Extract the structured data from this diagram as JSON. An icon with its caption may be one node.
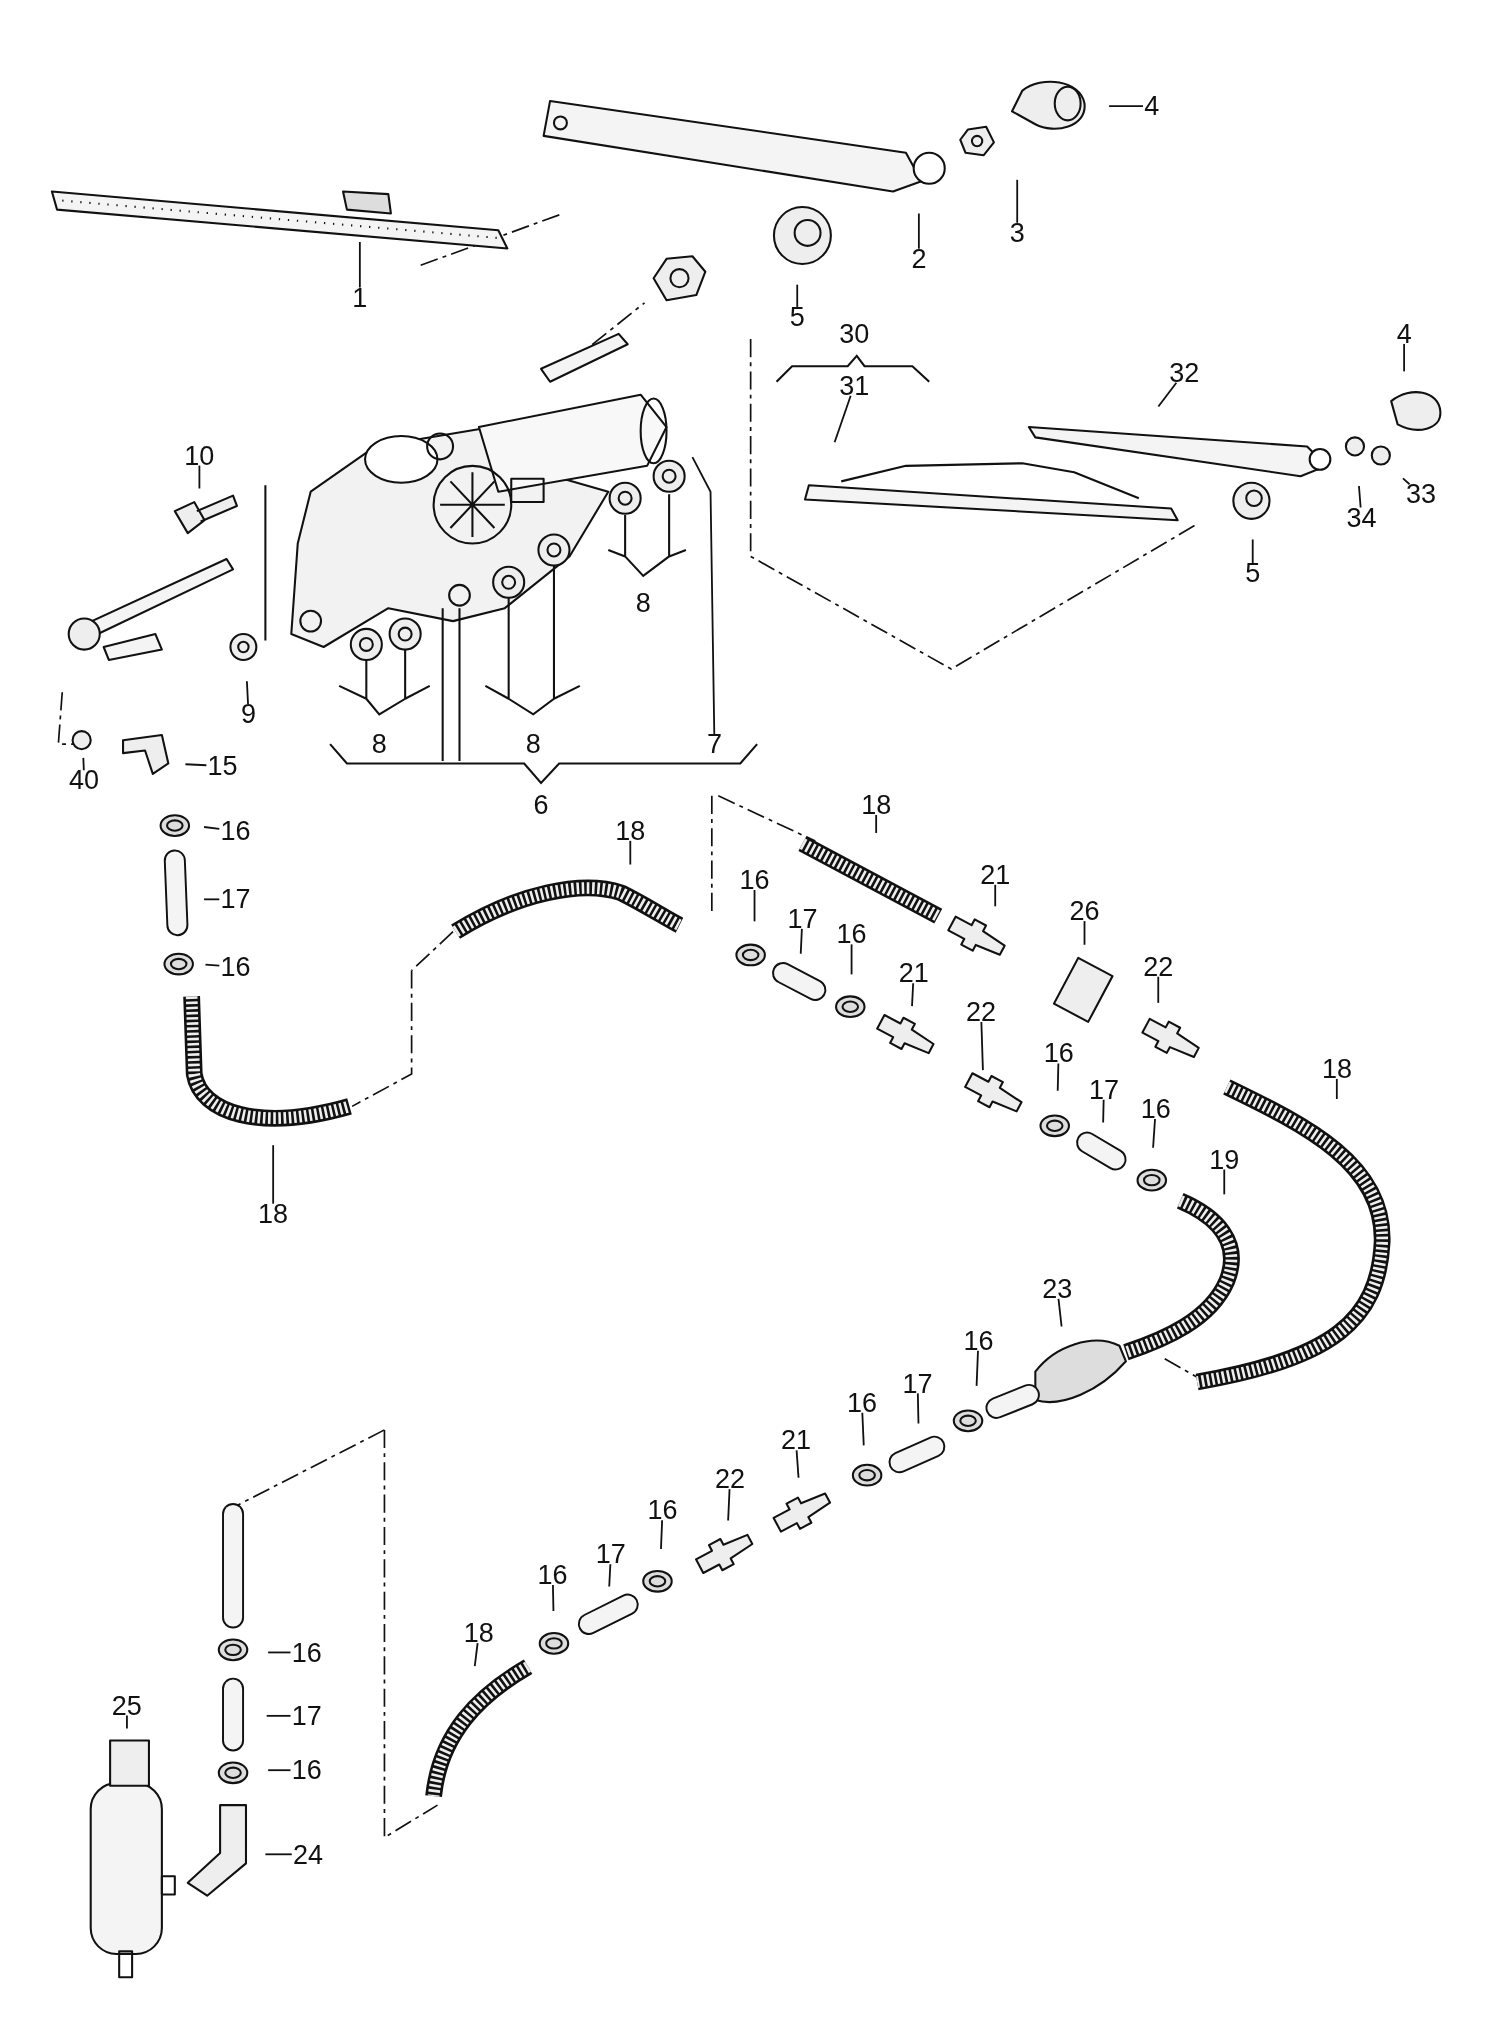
{
  "diagram": {
    "nodes": [
      {
        "text": [
          "4"
        ]
      },
      {
        "text": [
          "3"
        ]
      },
      {
        "text": [
          "2"
        ]
      },
      {
        "text": [
          "1"
        ]
      },
      {
        "text": [
          "5"
        ]
      },
      {
        "text": [
          "4"
        ]
      },
      {
        "text": [
          "32"
        ]
      },
      {
        "text": [
          "31"
        ]
      },
      {
        "text": [
          "10"
        ]
      },
      {
        "text": [
          "34"
        ]
      },
      {
        "text": [
          "33"
        ]
      },
      {
        "text": [
          "5"
        ]
      },
      {
        "text": [
          "9"
        ]
      },
      {
        "text": [
          "7"
        ]
      },
      {
        "text": [
          "15"
        ]
      },
      {
        "text": [
          "40"
        ]
      },
      {
        "text": [
          "16"
        ]
      },
      {
        "text": [
          "18"
        ]
      },
      {
        "text": [
          "18"
        ]
      },
      {
        "text": [
          "16"
        ]
      },
      {
        "text": [
          "21"
        ]
      },
      {
        "text": [
          "17"
        ]
      },
      {
        "text": [
          "17"
        ]
      },
      {
        "text": [
          "26"
        ]
      },
      {
        "text": [
          "16"
        ]
      },
      {
        "text": [
          "16"
        ]
      },
      {
        "text": [
          "22"
        ]
      },
      {
        "text": [
          "21"
        ]
      },
      {
        "text": [
          "22"
        ]
      },
      {
        "text": [
          "16"
        ]
      },
      {
        "text": [
          "18"
        ]
      },
      {
        "text": [
          "17"
        ]
      },
      {
        "text": [
          "16"
        ]
      },
      {
        "text": [
          "19"
        ]
      },
      {
        "text": [
          "18"
        ]
      },
      {
        "text": [
          "23"
        ]
      },
      {
        "text": [
          "16"
        ]
      },
      {
        "text": [
          "17"
        ]
      },
      {
        "text": [
          "16"
        ]
      },
      {
        "text": [
          "21"
        ]
      },
      {
        "text": [
          "22"
        ]
      },
      {
        "text": [
          "16"
        ]
      },
      {
        "text": [
          "17"
        ]
      },
      {
        "text": [
          "16"
        ]
      },
      {
        "text": [
          "18"
        ]
      },
      {
        "text": [
          "16"
        ]
      },
      {
        "text": [
          "25"
        ]
      },
      {
        "text": [
          "17"
        ]
      },
      {
        "text": [
          "16"
        ]
      },
      {
        "text": [
          "24"
        ]
      }
    ],
    "edges": [
      {
        "from": 0,
        "to": null,
        "arrow": "none"
      },
      {
        "from": 1,
        "to": null,
        "arrow": "none"
      },
      {
        "from": 2,
        "to": null,
        "arrow": "none"
      },
      {
        "from": 3,
        "to": null,
        "arrow": "none"
      },
      {
        "from": 4,
        "to": null,
        "arrow": "none"
      },
      {
        "from": 5,
        "to": null,
        "arrow": "none"
      },
      {
        "from": 6,
        "to": null,
        "arrow": "none"
      },
      {
        "from": 7,
        "to": null,
        "arrow": "none"
      },
      {
        "from": 8,
        "to": null,
        "arrow": "none"
      },
      {
        "from": 9,
        "to": null,
        "arrow": "none"
      },
      {
        "from": 10,
        "to": null,
        "arrow": "none"
      },
      {
        "from": 11,
        "to": null,
        "arrow": "none"
      },
      {
        "from": 12,
        "to": null,
        "arrow": "none"
      },
      {
        "from": 13,
        "to": null,
        "arrow": "none"
      },
      {
        "from": 14,
        "to": null,
        "arrow": "none"
      },
      {
        "from": 15,
        "to": null,
        "arrow": "none"
      },
      {
        "from": 16,
        "to": null,
        "arrow": "none"
      },
      {
        "from": 17,
        "to": null,
        "arrow": "none"
      },
      {
        "from": 18,
        "to": null,
        "arrow": "none"
      },
      {
        "from": 19,
        "to": null,
        "arrow": "none"
      },
      {
        "from": 20,
        "to": null,
        "arrow": "none"
      },
      {
        "from": 21,
        "to": null,
        "arrow": "none"
      },
      {
        "from": 22,
        "to": null,
        "arrow": "none"
      },
      {
        "from": 23,
        "to": null,
        "arrow": "none"
      },
      {
        "from": 24,
        "to": null,
        "arrow": "none"
      },
      {
        "from": 25,
        "to": null,
        "arrow": "none"
      },
      {
        "from": 26,
        "to": null,
        "arrow": "none"
      },
      {
        "from": 27,
        "to": null,
        "arrow": "none"
      },
      {
        "from": 28,
        "to": null,
        "arrow": "none"
      },
      {
        "from": 29,
        "to": null,
        "arrow": "none"
      },
      {
        "from": 30,
        "to": null,
        "arrow": "none"
      },
      {
        "from": 31,
        "to": null,
        "arrow": "none"
      },
      {
        "from": 32,
        "to": null,
        "arrow": "none"
      },
      {
        "from": 33,
        "to": null,
        "arrow": "none"
      },
      {
        "from": 34,
        "to": null,
        "arrow": "none"
      },
      {
        "from": 35,
        "to": null,
        "arrow": "none"
      },
      {
        "from": 36,
        "to": null,
        "arrow": "none"
      },
      {
        "from": 37,
        "to": null,
        "arrow": "none"
      },
      {
        "from": 38,
        "to": null,
        "arrow": "none"
      },
      {
        "from": 39,
        "to": null,
        "arrow": "none"
      },
      {
        "from": 40,
        "to": null,
        "arrow": "none"
      },
      {
        "from": 41,
        "to": null,
        "arrow": "none"
      },
      {
        "from": 42,
        "to": null,
        "arrow": "none"
      },
      {
        "from": 43,
        "to": null,
        "arrow": "none"
      },
      {
        "from": 44,
        "to": null,
        "arrow": "none"
      },
      {
        "from": 45,
        "to": null,
        "arrow": "none"
      },
      {
        "from": 46,
        "to": null,
        "arrow": "none"
      },
      {
        "from": 47,
        "to": null,
        "arrow": "none"
      },
      {
        "from": 48,
        "to": null,
        "arrow": "none"
      },
      {
        "from": 49,
        "to": null,
        "arrow": "none"
      }
    ],
    "labels": [
      "30",
      "8",
      "8",
      "8",
      "6"
    ]
  }
}
